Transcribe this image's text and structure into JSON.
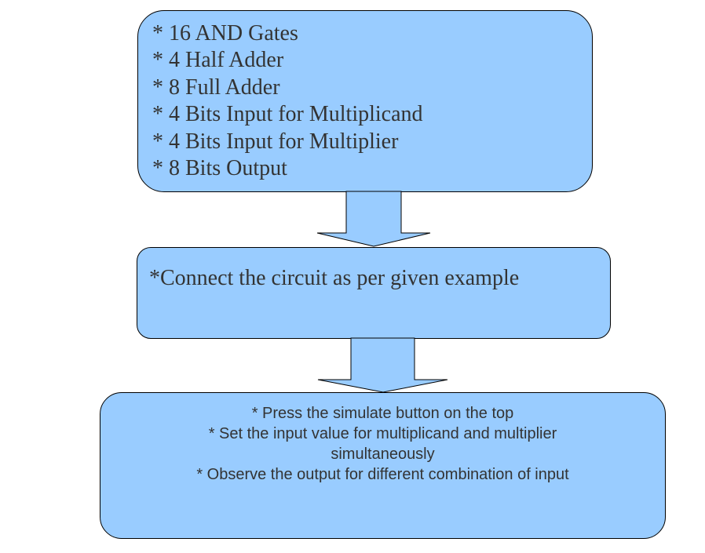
{
  "boxes": [
    {
      "lines": [
        "* 16 AND Gates",
        "* 4 Half Adder",
        "* 8 Full Adder",
        "* 4 Bits Input for Multiplicand",
        "* 4 Bits Input for Multiplier",
        "* 8 Bits Output"
      ]
    },
    {
      "lines": [
        "*Connect the circuit as per given example"
      ]
    },
    {
      "lines": [
        "* Press the simulate button on the top",
        "* Set the input value for multiplicand and multiplier",
        "simultaneously",
        "* Observe the output for different combination of input"
      ]
    }
  ],
  "colors": {
    "box_fill": "#99ccff",
    "arrow_fill": "#99ccff",
    "outline": "#000000",
    "text": "#333333"
  }
}
